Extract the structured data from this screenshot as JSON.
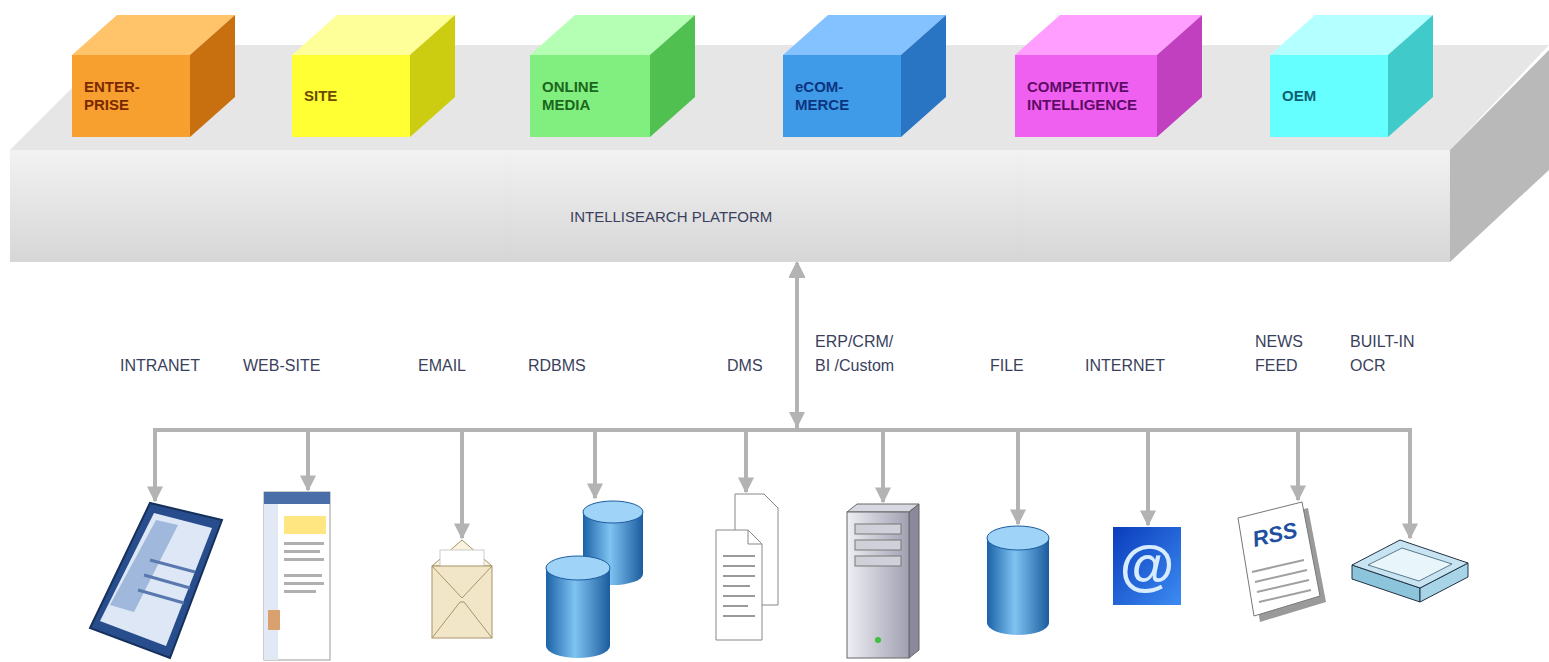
{
  "diagram": {
    "nodes": [
      {
        "text": [
          "ENTER- PRISE"
        ]
      },
      {
        "text": [
          "SITE"
        ]
      },
      {
        "text": [
          "ONLINE MEDIA"
        ]
      },
      {
        "text": [
          "eCOM- MERCE"
        ]
      },
      {
        "text": [
          "COMPETITIVE INTELLIGENCE"
        ]
      },
      {
        "text": [
          "OEM"
        ]
      },
      {
        "text": [
          "INTELLISEARCH PLATFORM"
        ]
      },
      {
        "text": [
          "INTRANET"
        ]
      },
      {
        "text": [
          "WEB-SITE"
        ]
      },
      {
        "text": [
          "EMAIL"
        ]
      },
      {
        "text": [
          "RDBMS"
        ]
      },
      {
        "text": [
          "DMS"
        ]
      },
      {
        "text": [
          "ERP/CRM/ BI /Custom"
        ]
      },
      {
        "text": [
          "FILE"
        ]
      },
      {
        "text": [
          "INTERNET"
        ]
      },
      {
        "text": [
          "NEWS FEED"
        ]
      },
      {
        "text": [
          "BUILT-IN OCR"
        ]
      }
    ],
    "edges": [
      {
        "from": 6,
        "to": 7,
        "arrow": "both"
      },
      {
        "from": 6,
        "to": 8,
        "arrow": "both"
      },
      {
        "from": 6,
        "to": 9,
        "arrow": "both"
      },
      {
        "from": 6,
        "to": 10,
        "arrow": "both"
      },
      {
        "from": 6,
        "to": 11,
        "arrow": "both"
      },
      {
        "from": 6,
        "to": 12,
        "arrow": "both"
      },
      {
        "from": 6,
        "to": 13,
        "arrow": "both"
      },
      {
        "from": 6,
        "to": 14,
        "arrow": "both"
      },
      {
        "from": 6,
        "to": 15,
        "arrow": "both"
      },
      {
        "from": 6,
        "to": 16,
        "arrow": "both"
      }
    ],
    "labels": [
      "@",
      "RSS"
    ]
  }
}
